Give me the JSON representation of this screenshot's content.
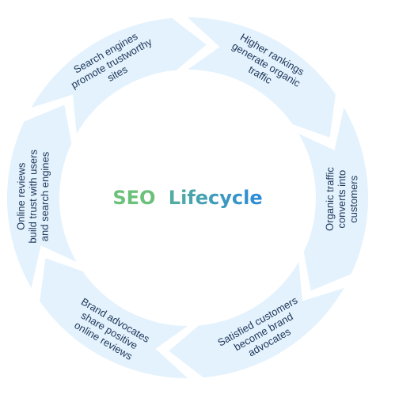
{
  "diagram": {
    "title": {
      "part1": "SEO",
      "part2": "Lifecycle"
    },
    "colors": {
      "arrow_fill": "#e3f2fd",
      "text": "#1d3557",
      "title_green": "#6cc17a",
      "title_blue": "#2b8bd8"
    },
    "segments": [
      {
        "lines": [
          "Organic traffic",
          "converts into",
          "customers"
        ]
      },
      {
        "lines": [
          "Satisfied customers",
          "become brand",
          "advocates"
        ]
      },
      {
        "lines": [
          "Brand advocates",
          "share positive",
          "online reviews"
        ]
      },
      {
        "lines": [
          "Online reviews",
          "build trust with users",
          "and search engines"
        ]
      },
      {
        "lines": [
          "Search engines",
          "promote trustworthy",
          "sites"
        ]
      },
      {
        "lines": [
          "Higher rankings",
          "generate organic",
          "traffic"
        ]
      }
    ]
  }
}
